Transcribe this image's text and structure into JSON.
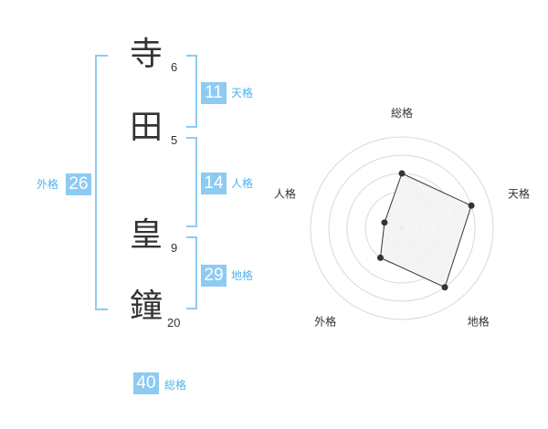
{
  "name": {
    "characters": [
      {
        "char": "寺",
        "strokes": "6"
      },
      {
        "char": "田",
        "strokes": "5"
      },
      {
        "char": "皇",
        "strokes": "9"
      },
      {
        "char": "鐘",
        "strokes": "20"
      }
    ]
  },
  "kaku": {
    "tenkaku": {
      "value": "11",
      "label": "天格"
    },
    "jinkaku": {
      "value": "14",
      "label": "人格"
    },
    "chikaku": {
      "value": "29",
      "label": "地格"
    },
    "gaikaku": {
      "value": "26",
      "label": "外格"
    },
    "soukaku": {
      "value": "40",
      "label": "総格"
    }
  },
  "colors": {
    "accent": "#8ecbf2",
    "label_text": "#4fb3ea",
    "radar_fill": "#f2f2f2",
    "radar_line": "#333333",
    "grid": "#d9d9d9"
  },
  "chart_data": {
    "type": "radar",
    "axes": [
      "総格",
      "天格",
      "地格",
      "外格",
      "人格"
    ],
    "values": [
      3,
      4,
      4,
      2,
      1
    ],
    "max": 5,
    "grid_levels": 5
  }
}
